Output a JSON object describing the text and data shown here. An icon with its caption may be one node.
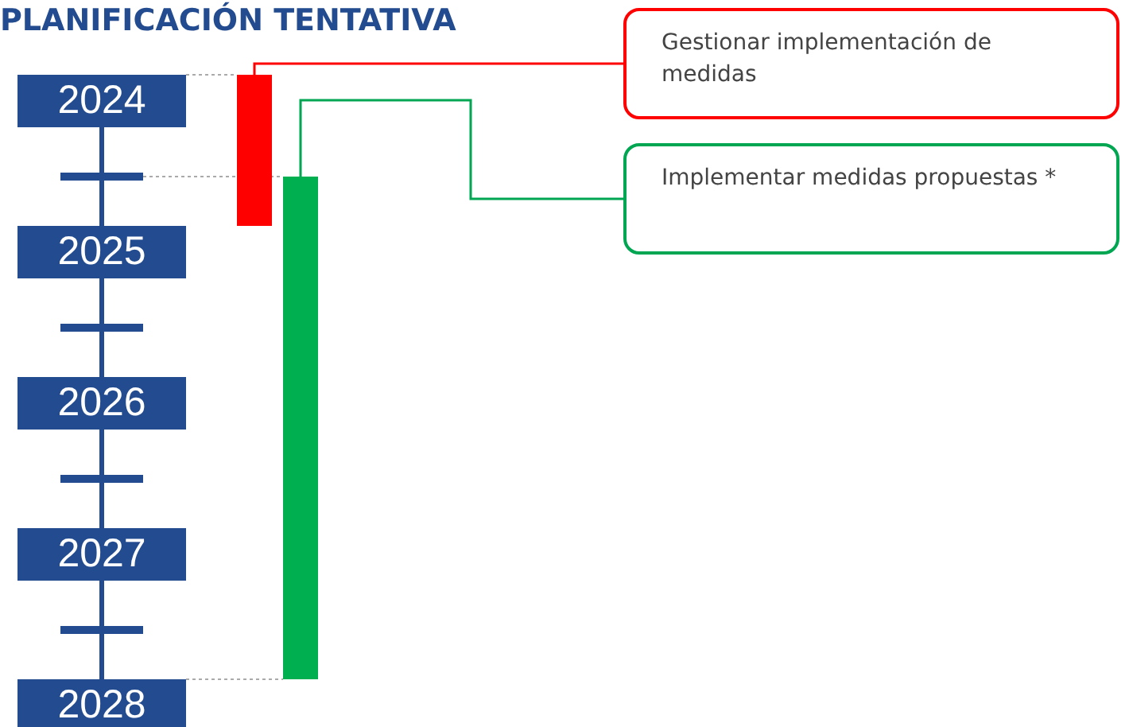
{
  "diagram": {
    "title": "PLANIFICACIÓN TENTATIVA",
    "nodes": [
      {
        "text": [
          "2024"
        ]
      },
      {
        "text": [
          "2025"
        ]
      },
      {
        "text": [
          "2026"
        ]
      },
      {
        "text": [
          "2027"
        ]
      },
      {
        "text": [
          "2028"
        ]
      },
      {
        "text": [],
        "shape": "bar"
      },
      {
        "text": [],
        "shape": "bar"
      },
      {
        "text": [
          "Gestionar implementación de medidas"
        ]
      },
      {
        "text": [
          "Implementar medidas propuestas *"
        ]
      }
    ],
    "edges": [
      {
        "from": 5,
        "to": 7,
        "arrow": "none",
        "color": "#ff0000"
      },
      {
        "from": 6,
        "to": 8,
        "arrow": "none",
        "color": "#00a651"
      },
      {
        "from": 0,
        "to": 5,
        "arrow": "none",
        "style": "dashed",
        "color": "#aaaaaa"
      },
      {
        "from": 4,
        "to": 6,
        "arrow": "none",
        "style": "dashed",
        "color": "#aaaaaa"
      }
    ]
  }
}
